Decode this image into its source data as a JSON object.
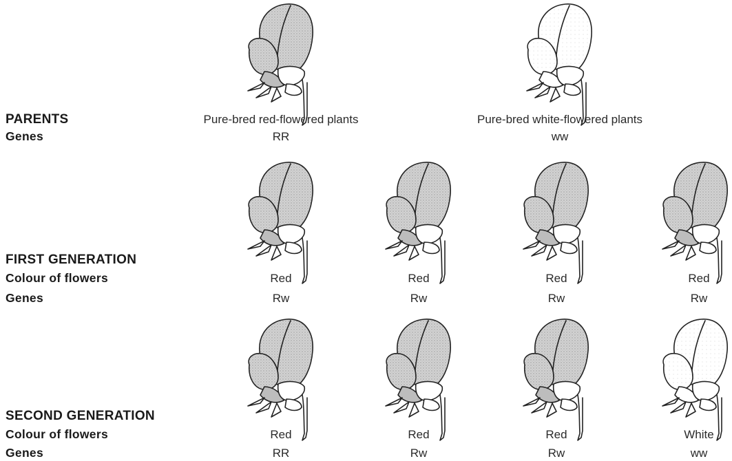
{
  "colors": {
    "red_fill": "#c9c9c9",
    "white_fill": "#ffffff",
    "outline": "#222222"
  },
  "icons": {
    "flower": "pea-flower-icon"
  },
  "labels": {
    "parents": "PARENTS",
    "parents_genes": "Genes",
    "first_generation": "FIRST GENERATION",
    "first_colour": "Colour of flowers",
    "first_genes": "Genes",
    "second_generation": "SECOND GENERATION",
    "second_colour": "Colour of flowers",
    "second_genes": "Genes"
  },
  "parents": [
    {
      "description": "Pure-bred red-flowered plants",
      "genes": "RR",
      "color": "red"
    },
    {
      "description": "Pure-bred white-flowered plants",
      "genes": "ww",
      "color": "white"
    }
  ],
  "first_generation": [
    {
      "colour": "Red",
      "genes": "Rw"
    },
    {
      "colour": "Red",
      "genes": "Rw"
    },
    {
      "colour": "Red",
      "genes": "Rw"
    },
    {
      "colour": "Red",
      "genes": "Rw"
    }
  ],
  "second_generation": [
    {
      "colour": "Red",
      "genes": "RR"
    },
    {
      "colour": "Red",
      "genes": "Rw"
    },
    {
      "colour": "Red",
      "genes": "Rw"
    },
    {
      "colour": "White",
      "genes": "ww"
    }
  ]
}
